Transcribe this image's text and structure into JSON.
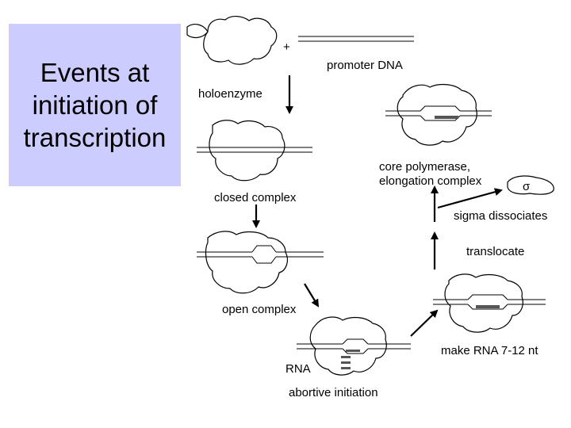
{
  "title": "Events at\ninitiation of\ntranscription",
  "labels": {
    "plus": "+",
    "promoter_dna": "promoter DNA",
    "holoenzyme": "holoenzyme",
    "closed_complex": "closed complex",
    "open_complex": "open complex",
    "rna": "RNA",
    "abortive_initiation": "abortive initiation",
    "make_rna": "make RNA 7-12 nt",
    "translocate": "translocate",
    "sigma_dissociates": "sigma dissociates",
    "core_polymerase": "core polymerase,",
    "elongation_complex": "elongation complex",
    "sigma_symbol": "σ"
  },
  "colors": {
    "title_background": "#ccccff",
    "rna_bars": "#555555",
    "lines": "#000000"
  }
}
